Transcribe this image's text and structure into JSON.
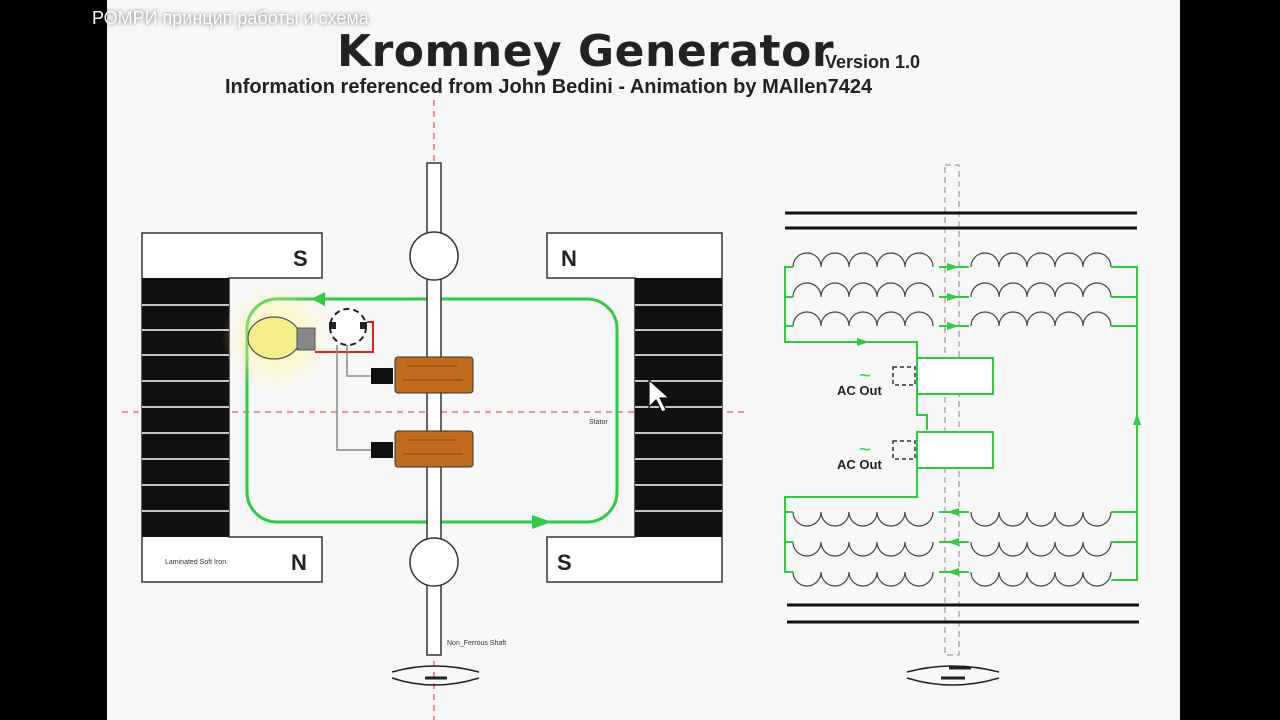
{
  "video_title": "РОМРИ принцип работы и схема",
  "diagram": {
    "title": "Kromney Generator",
    "version": "Version 1.0",
    "subtitle": "Information referenced from John Bedini   -  Animation by MAllen7424",
    "left": {
      "magnet_top_left": "S",
      "magnet_top_right": "N",
      "magnet_bottom_left": "N",
      "magnet_bottom_right": "S",
      "label_laminated": "Laminated Soft Iron",
      "label_stator": "Stator",
      "label_shaft": "Non_Ferrous Shaft"
    },
    "right": {
      "ac_out_1": "AC Out",
      "ac_out_2": "AC Out",
      "tilde": "~"
    }
  },
  "colors": {
    "loop_green": "#2ecc40",
    "coil_brown": "#c06a1e",
    "wire_red": "#e02020",
    "bulb_yellow": "#f5ef8a",
    "axis_red": "#e03030",
    "black": "#111111"
  }
}
